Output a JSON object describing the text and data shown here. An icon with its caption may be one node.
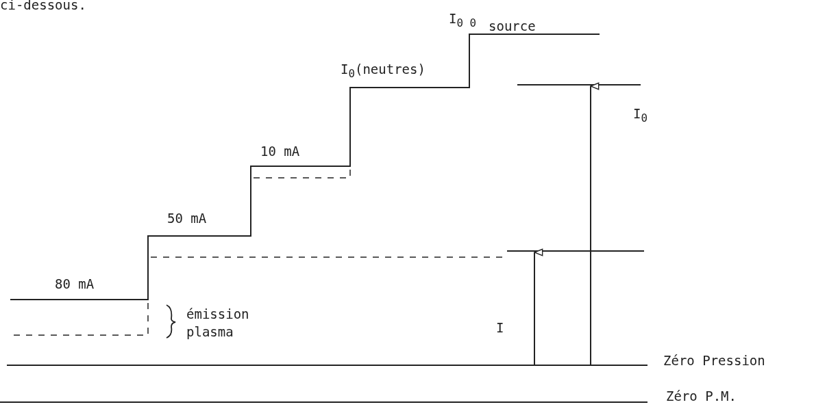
{
  "diagram": {
    "labels": [
      "ci-dessous.",
      "I$_{0 0}$",
      "source",
      "I$_{0}$(neutres)",
      "I$_{0}$",
      "10 mA",
      "50 mA",
      "80 mA",
      "émission plasma",
      "I",
      "Zéro Pression",
      "Zéro P.M."
    ]
  }
}
